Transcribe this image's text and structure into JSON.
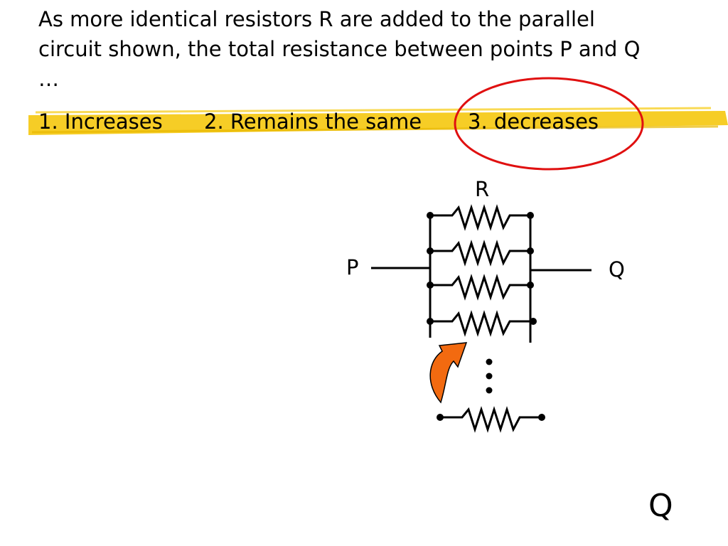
{
  "question": {
    "text": "As more identical resistors R are added to the parallel circuit shown, the total resistance between points P and Q …"
  },
  "answers": {
    "option1": "1. Increases",
    "option2": "2. Remains the same",
    "option3": "3. decreases",
    "selected_option": "3. decreases"
  },
  "colors": {
    "highlight": "#f5c400",
    "selection_circle": "#e01010",
    "arrow": "#f26a10",
    "wire": "#000000"
  },
  "diagram": {
    "resistor_label": "R",
    "point_left_label": "P",
    "point_right_label": "Q"
  },
  "slide_mark": "Q",
  "icons": {
    "arrow": "curved-arrow-icon",
    "ellipsis": "vertical-dots-icon"
  }
}
